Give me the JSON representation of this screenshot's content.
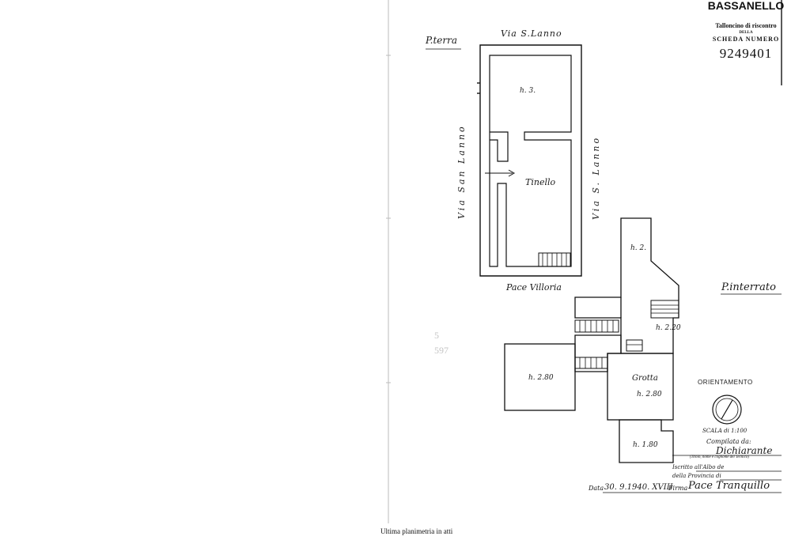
{
  "stamp": {
    "brand": "BASSANELLO",
    "line1": "Talloncino di riscontro",
    "line2": "DELLA",
    "line3": "SCHEDA NUMERO",
    "number": "9249401"
  },
  "ground_floor": {
    "title": "P.terra",
    "street_top": "Via S.Lanno",
    "street_left": "Via San Lanno",
    "street_right": "Via S. Lanno",
    "street_bottom": "Pace Villoria",
    "room_upper": "h. 3.",
    "room_main": "Tinello"
  },
  "basement": {
    "title": "P.interrato",
    "room_left": "h. 2.80",
    "room_upper": "h. 2.",
    "room_mid": "h. 2.20",
    "grotta_name": "Grotta",
    "grotta_height": "h. 2.80",
    "room_bottom": "h. 1.80"
  },
  "faded_marks": [
    "5",
    "597"
  ],
  "legend": {
    "orientation": "ORIENTAMENTO",
    "scale": "SCALA di 1:100",
    "compiled_by": "Compilata da:",
    "compiled_name": "Dichiarante",
    "compiled_note": "(Titolo, nome e cognome del Tecnico)",
    "albo": "Iscritto all'Albo de",
    "provincia": "della Provincia di",
    "date_label": "Data",
    "date_value": "30. 9.1940. XVIII",
    "signature_label": "Firma",
    "signature_value": "Pace Tranquillo"
  },
  "caption": "Ultima planimetria in atti"
}
